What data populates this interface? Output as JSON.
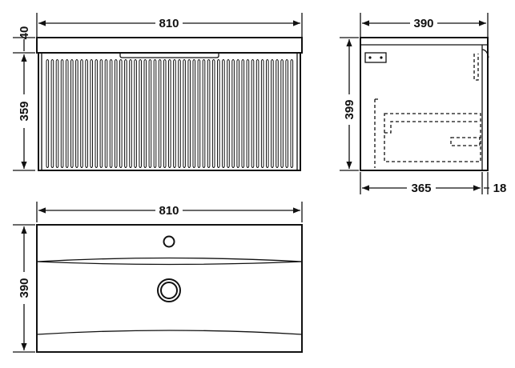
{
  "front_view": {
    "width_label": "810",
    "top_height_label": "40",
    "body_height_label": "359"
  },
  "side_view": {
    "depth_label": "390",
    "height_label": "399",
    "inner_depth_label": "365",
    "offset_label": "18"
  },
  "top_view": {
    "width_label": "810",
    "depth_label": "390"
  }
}
